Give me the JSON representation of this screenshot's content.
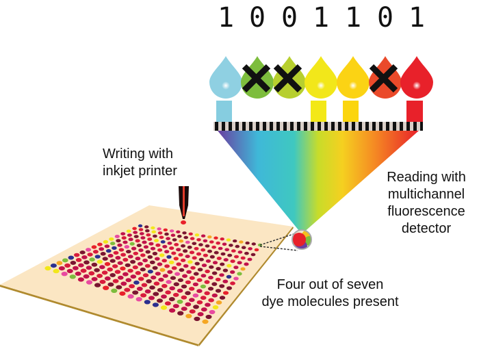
{
  "binary_code": {
    "bits": [
      "1",
      "0",
      "0",
      "1",
      "1",
      "0",
      "1"
    ]
  },
  "dyes": [
    {
      "color": "#8fd0e2",
      "present": true
    },
    {
      "color": "#7dbd3d",
      "present": false
    },
    {
      "color": "#b7cf2f",
      "present": false
    },
    {
      "color": "#f2e71a",
      "present": true
    },
    {
      "color": "#fbd314",
      "present": true
    },
    {
      "color": "#ea4a2a",
      "present": false
    },
    {
      "color": "#e8212a",
      "present": true
    }
  ],
  "detector_bars": [
    {
      "color": "#86cde0",
      "present": true
    },
    {
      "color": "#ffffff",
      "present": false
    },
    {
      "color": "#ffffff",
      "present": false
    },
    {
      "color": "#f3e817",
      "present": true
    },
    {
      "color": "#fbd50e",
      "present": true
    },
    {
      "color": "#ffffff",
      "present": false
    },
    {
      "color": "#e8212a",
      "present": true
    }
  ],
  "labels": {
    "writing_line1": "Writing with",
    "writing_line2": "inkjet printer",
    "reading_line1": "Reading with",
    "reading_line2": "multichannel",
    "reading_line3": "fluorescence",
    "reading_line4": "detector",
    "dye_line1": "Four out of seven",
    "dye_line2": "dye molecules present"
  },
  "colors": {
    "paper": "#fbe6c3",
    "paper_edge": "#b08a2e",
    "pen_body": "#1a0a0a",
    "pen_stripe": "#e23a2a",
    "spectrum": [
      "#6a3fa0",
      "#3fb8d8",
      "#c8dc2a",
      "#f5a623",
      "#e8212a"
    ]
  }
}
